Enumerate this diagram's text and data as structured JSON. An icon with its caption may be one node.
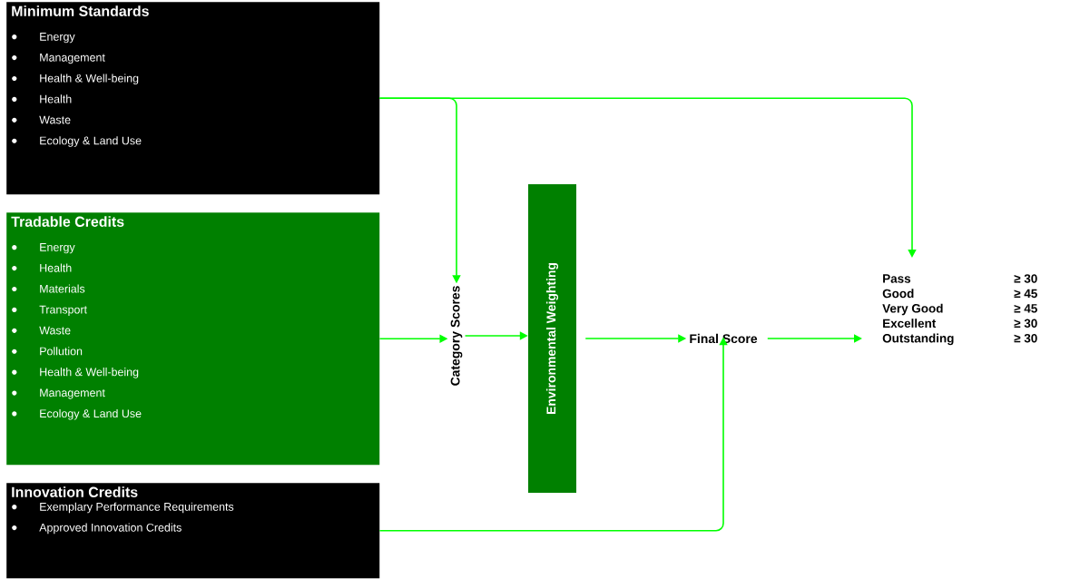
{
  "diagram": {
    "nodes": [
      {
        "text": [
          "Minimum Standards",
          "Energy",
          "Management",
          "Health & Well-being",
          "Health",
          "Waste",
          "Ecology & Land Use"
        ]
      },
      {
        "text": [
          "Tradable Credits",
          "Energy",
          "Health",
          "Materials",
          "Transport",
          "Waste",
          "Pollution",
          "Health & Well-being",
          "Management",
          "Ecology & Land Use"
        ]
      },
      {
        "text": [
          "Innovation Credits",
          "Exemplary Performance Requirements",
          "Approved Innovation Credits"
        ]
      },
      {
        "text": [
          "Category Scores"
        ]
      },
      {
        "text": [
          "Environmental Weighting"
        ]
      },
      {
        "text": [
          "Final Score"
        ]
      },
      {
        "text": [
          "Pass",
          "≥ 30",
          "Good",
          "≥ 45",
          "Very Good",
          "≥ 45",
          "Excellent",
          "≥ 30",
          "Outstanding",
          "≥ 30"
        ]
      }
    ],
    "edges": [
      {
        "from": 0,
        "to": 3,
        "arrow": "to"
      },
      {
        "from": 0,
        "to": 6,
        "arrow": "to"
      },
      {
        "from": 1,
        "to": 3,
        "arrow": "to"
      },
      {
        "from": 3,
        "to": 4,
        "arrow": "to"
      },
      {
        "from": 4,
        "to": 5,
        "arrow": "to"
      },
      {
        "from": 2,
        "to": 5,
        "arrow": "to"
      },
      {
        "from": 5,
        "to": 6,
        "arrow": "to"
      }
    ]
  }
}
